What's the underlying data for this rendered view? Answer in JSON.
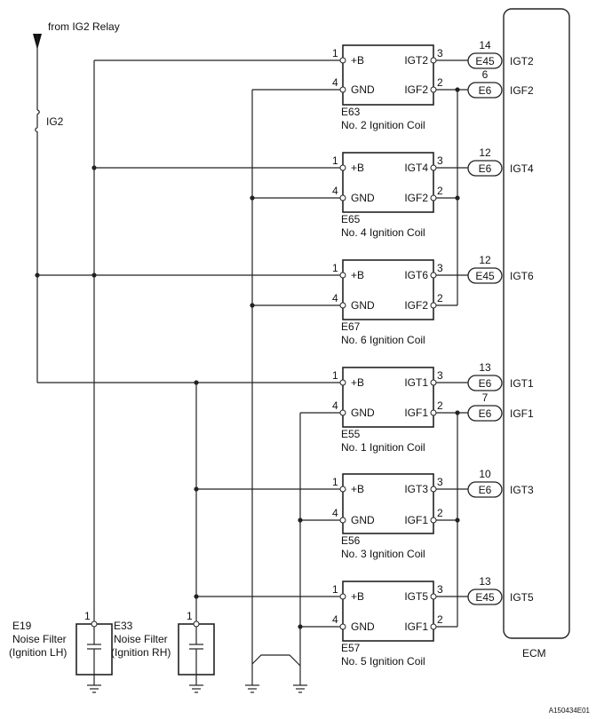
{
  "source_label": "from IG2 Relay",
  "fuse_label": "IG2",
  "ecm_label": "ECM",
  "figure_id": "A150434E01",
  "coils": [
    {
      "conn": "E63",
      "name": "No. 2 Ignition Coil",
      "pin_b": "1",
      "pin_gnd": "4",
      "pin_igt": "3",
      "pin_igf": "2",
      "label_b": "+B",
      "label_gnd": "GND",
      "label_igt": "IGT2",
      "label_igf": "IGF2"
    },
    {
      "conn": "E65",
      "name": "No. 4 Ignition Coil",
      "pin_b": "1",
      "pin_gnd": "4",
      "pin_igt": "3",
      "pin_igf": "2",
      "label_b": "+B",
      "label_gnd": "GND",
      "label_igt": "IGT4",
      "label_igf": "IGF2"
    },
    {
      "conn": "E67",
      "name": "No. 6 Ignition Coil",
      "pin_b": "1",
      "pin_gnd": "4",
      "pin_igt": "3",
      "pin_igf": "2",
      "label_b": "+B",
      "label_gnd": "GND",
      "label_igt": "IGT6",
      "label_igf": "IGF2"
    },
    {
      "conn": "E55",
      "name": "No. 1 Ignition Coil",
      "pin_b": "1",
      "pin_gnd": "4",
      "pin_igt": "3",
      "pin_igf": "2",
      "label_b": "+B",
      "label_gnd": "GND",
      "label_igt": "IGT1",
      "label_igf": "IGF1"
    },
    {
      "conn": "E56",
      "name": "No. 3 Ignition Coil",
      "pin_b": "1",
      "pin_gnd": "4",
      "pin_igt": "3",
      "pin_igf": "2",
      "label_b": "+B",
      "label_gnd": "GND",
      "label_igt": "IGT3",
      "label_igf": "IGF1"
    },
    {
      "conn": "E57",
      "name": "No. 5 Ignition Coil",
      "pin_b": "1",
      "pin_gnd": "4",
      "pin_igt": "3",
      "pin_igf": "2",
      "label_b": "+B",
      "label_gnd": "GND",
      "label_igt": "IGT5",
      "label_igf": "IGF1"
    }
  ],
  "ecm_pins": [
    {
      "conn": "E45",
      "pin": "14",
      "signal": "IGT2"
    },
    {
      "conn": "E6",
      "pin": "6",
      "signal": "IGF2"
    },
    {
      "conn": "E6",
      "pin": "12",
      "signal": "IGT4"
    },
    {
      "conn": "E45",
      "pin": "12",
      "signal": "IGT6"
    },
    {
      "conn": "E6",
      "pin": "13",
      "signal": "IGT1"
    },
    {
      "conn": "E6",
      "pin": "7",
      "signal": "IGF1"
    },
    {
      "conn": "E6",
      "pin": "10",
      "signal": "IGT3"
    },
    {
      "conn": "E45",
      "pin": "13",
      "signal": "IGT5"
    }
  ],
  "filters": [
    {
      "conn": "E19",
      "pin": "1",
      "line1": "Noise Filter",
      "line2": "(Ignition LH)"
    },
    {
      "conn": "E33",
      "pin": "1",
      "line1": "Noise Filter",
      "line2": "(Ignition RH)"
    }
  ]
}
